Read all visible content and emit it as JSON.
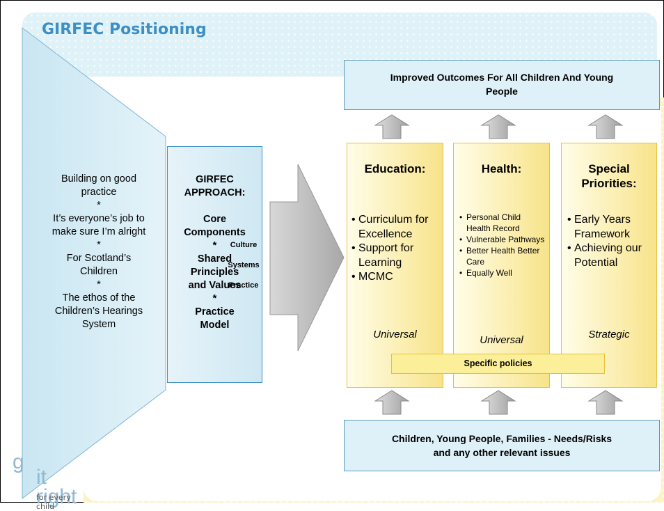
{
  "title": "GIRFEC Positioning",
  "left_panel": {
    "lines": [
      "Building on good",
      "practice",
      "*",
      "It’s everyone’s job to",
      "make sure I’m alright",
      "*",
      "For Scotland’s",
      "Children",
      "*",
      "The ethos of the",
      "Children’s Hearings",
      "System"
    ]
  },
  "approach_box": {
    "lines": [
      "GIRFEC",
      "APPROACH:",
      "",
      "Core",
      "Components",
      "*",
      "Shared",
      "Principles",
      "and Values",
      "*",
      "Practice",
      "Model"
    ]
  },
  "culture_arrow": {
    "lines": [
      "Culture",
      "Systems",
      "Practice"
    ]
  },
  "outcomes_box": {
    "line1": "Improved Outcomes For All Children And Young",
    "line2": "People"
  },
  "columns": {
    "education": {
      "heading": "Education:",
      "items": [
        "Curriculum for Excellence",
        "Support for Learning",
        "MCMC"
      ],
      "footer": "Universal"
    },
    "health": {
      "heading": "Health:",
      "items": [
        "Personal Child Health Record",
        "Vulnerable Pathways",
        "Better Health Better Care",
        "Equally Well"
      ],
      "footer": "Universal"
    },
    "special": {
      "heading_line1": "Special",
      "heading_line2": "Priorities:",
      "items": [
        "Early Years Framework",
        "Achieving our Potential"
      ],
      "footer": "Strategic"
    }
  },
  "specific_policies": "Specific  policies",
  "children_box": {
    "line1": "Children, Young People, Families - Needs/Risks",
    "line2": "and any other relevant issues"
  },
  "logo": {
    "line1": "g",
    "line2": "it right",
    "line3": "for every child"
  },
  "colors": {
    "title_blue": "#3d8fc6",
    "light_blue": "#dff1f8",
    "yellow": "#fbeeb0",
    "grey_arrow": "#c8c8c8"
  }
}
